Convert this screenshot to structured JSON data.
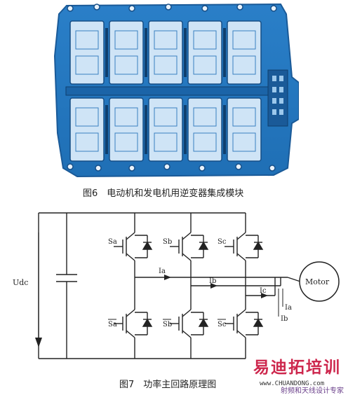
{
  "figure6": {
    "caption": "图6　电动机和发电机用逆变器集成模块",
    "photo_color": "#3a8ed1"
  },
  "figure7": {
    "caption": "图7　功率主回路原理图",
    "labels": {
      "udc": "Udc",
      "switches_top": [
        "Sa",
        "Sb",
        "Sc"
      ],
      "switches_bottom": [
        "Sa",
        "Sb",
        "Sc"
      ],
      "currents": [
        "Ia",
        "Ib",
        "Ic",
        "Ia",
        "Ib"
      ],
      "motor": "Motor"
    }
  },
  "watermark": {
    "brand": "易迪拓培训",
    "url": "www.CHUANDONG.com",
    "tagline": "射频和天线设计专家"
  }
}
